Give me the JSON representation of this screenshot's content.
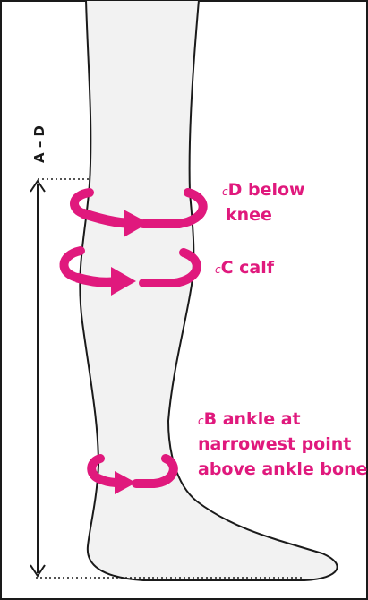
{
  "measure": {
    "axis_label": "A – D"
  },
  "labels": {
    "d": {
      "prefix": "c",
      "line1": "D below",
      "line2": "knee"
    },
    "c": {
      "prefix": "c",
      "line1": "C calf"
    },
    "b": {
      "prefix": "c",
      "line1": "B ankle at",
      "line2": "narrowest point",
      "line3": "above ankle bone"
    }
  },
  "colors": {
    "accent": "#e0197d",
    "leg_fill": "#f2f2f2",
    "outline": "#1a1a1a"
  }
}
